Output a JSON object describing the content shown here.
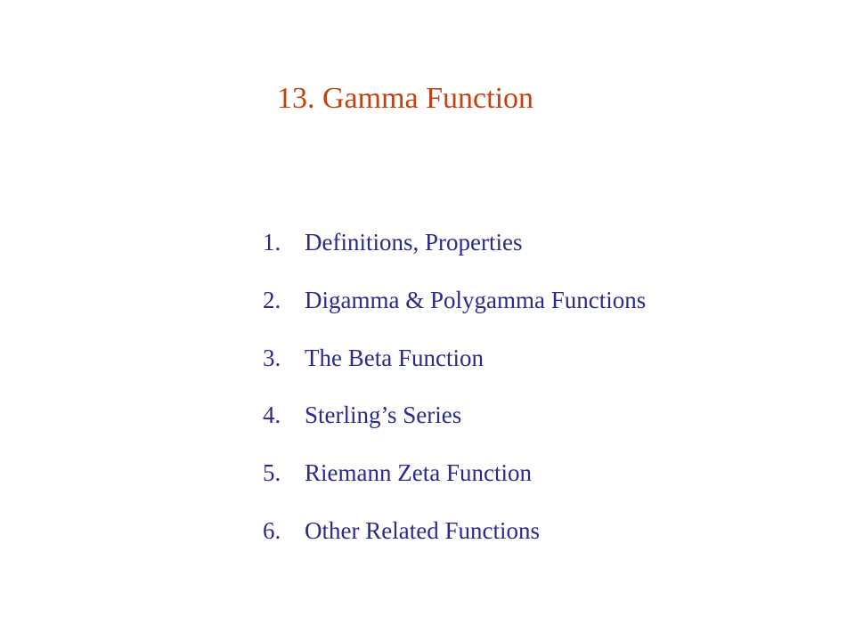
{
  "colors": {
    "background": "#ffffff",
    "title": "#c4410f",
    "items": "#2a2a8c"
  },
  "title": "13. Gamma Function",
  "items": [
    {
      "number": "1.",
      "label": "Definitions, Properties"
    },
    {
      "number": "2.",
      "label": "Digamma & Polygamma Functions"
    },
    {
      "number": "3.",
      "label": "The Beta Function"
    },
    {
      "number": "4.",
      "label": "Sterling’s Series"
    },
    {
      "number": "5.",
      "label": "Riemann Zeta Function"
    },
    {
      "number": "6.",
      "label": "Other Related Functions"
    }
  ]
}
